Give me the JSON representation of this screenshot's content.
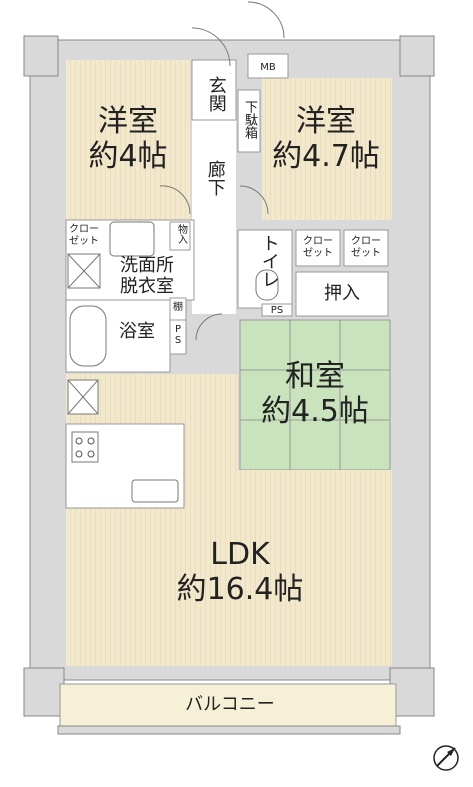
{
  "rooms": {
    "western_1": {
      "name": "洋室",
      "size": "約4帖"
    },
    "western_2": {
      "name": "洋室",
      "size": "約4.7帖"
    },
    "japanese": {
      "name": "和室",
      "size": "約4.5帖"
    },
    "ldk": {
      "name": "LDK",
      "size": "約16.4帖"
    },
    "entrance": "玄関",
    "shoe_box": "下駄箱",
    "hallway": "廊下",
    "washroom": "洗面所",
    "dressing_room": "脱衣室",
    "bathroom": "浴室",
    "toilet": "トイレ",
    "storage": "物入",
    "shelf": "棚",
    "oshiire": "押入",
    "balcony": "バルコニー"
  },
  "closets": {
    "label_top": "クロー",
    "label_bottom": "ゼット"
  },
  "utility": {
    "mb": "MB",
    "ps_bath": "PS",
    "ps_toilet": "PS"
  },
  "colors": {
    "bedroom": "#f1e6c6",
    "ldk": "#f4ebd0",
    "tatami": "#c9e3bd",
    "wall": "#d9d9d9",
    "balcony": "#f6f1d6"
  },
  "icons": {
    "compass": "north-arrow-icon"
  }
}
